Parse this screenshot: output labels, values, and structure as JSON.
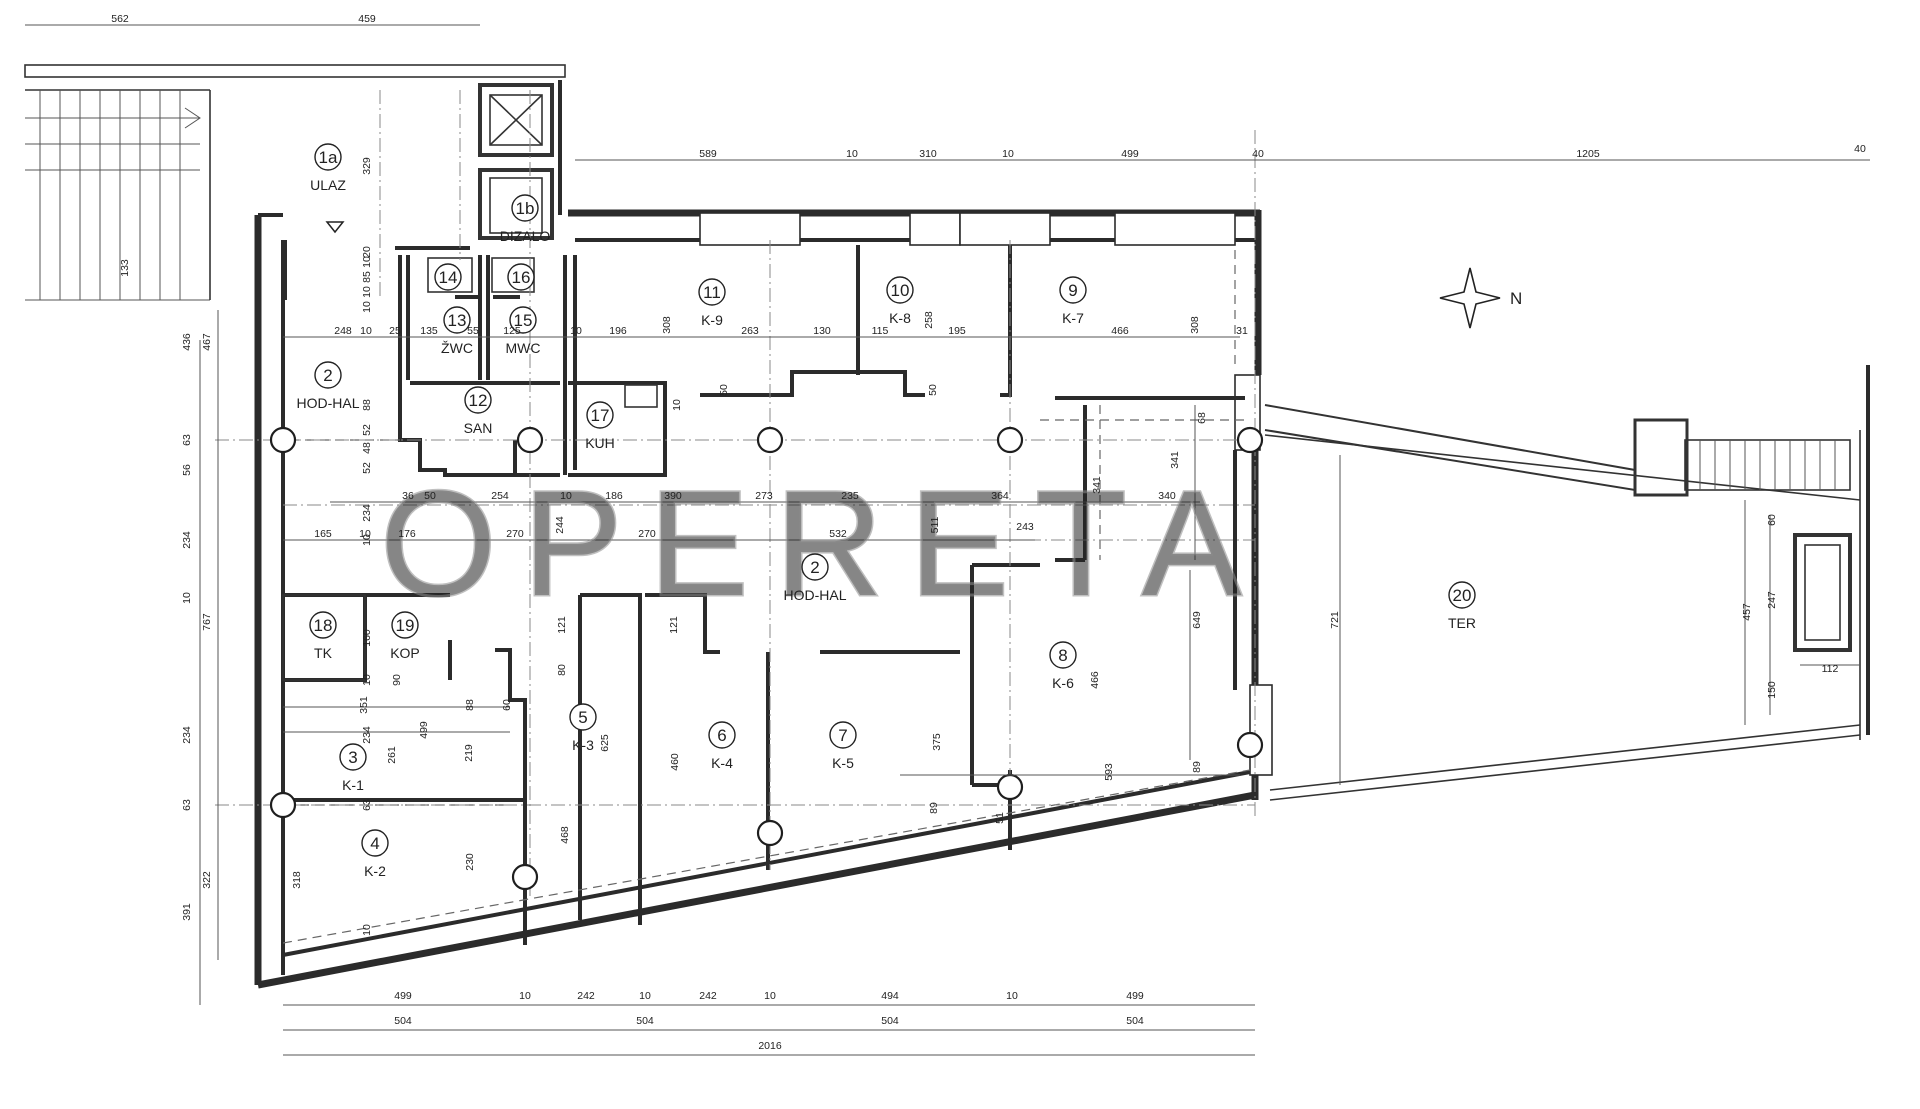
{
  "plan": {
    "compass_label": "N",
    "watermark": "OPERETA",
    "rooms": [
      {
        "number": "1a",
        "name": "ULAZ"
      },
      {
        "number": "1b",
        "name": "DIZALO"
      },
      {
        "number": "2",
        "name": "HOD-HAL"
      },
      {
        "number": "2",
        "name": "HOD-HAL"
      },
      {
        "number": "3",
        "name": "K-1"
      },
      {
        "number": "4",
        "name": "K-2"
      },
      {
        "number": "5",
        "name": "K-3"
      },
      {
        "number": "6",
        "name": "K-4"
      },
      {
        "number": "7",
        "name": "K-5"
      },
      {
        "number": "8",
        "name": "K-6"
      },
      {
        "number": "9",
        "name": "K-7"
      },
      {
        "number": "10",
        "name": "K-8"
      },
      {
        "number": "11",
        "name": "K-9"
      },
      {
        "number": "12",
        "name": "SAN"
      },
      {
        "number": "13",
        "name": "ŽWC"
      },
      {
        "number": "14",
        "name": ""
      },
      {
        "number": "15",
        "name": "MWC"
      },
      {
        "number": "16",
        "name": ""
      },
      {
        "number": "17",
        "name": "KUH"
      },
      {
        "number": "18",
        "name": "TK"
      },
      {
        "number": "19",
        "name": "KOP"
      },
      {
        "number": "20",
        "name": "TER"
      }
    ],
    "dimensions": {
      "top_left": [
        "562",
        "459"
      ],
      "top_chain": [
        "589",
        "10",
        "310",
        "10",
        "499",
        "40",
        "1205",
        "40"
      ],
      "left_outer": [
        "436",
        "63",
        "56",
        "234",
        "10",
        "767",
        "234",
        "63",
        "391"
      ],
      "left_inner": [
        "467",
        "133",
        "322"
      ],
      "column_left": [
        "329",
        "20",
        "10",
        "85",
        "10",
        "10",
        "88",
        "52",
        "48",
        "52",
        "234",
        "10",
        "160",
        "10",
        "90",
        "234",
        "63",
        "10"
      ],
      "upper_row": [
        "248",
        "10",
        "25",
        "135",
        "55",
        "125",
        "10",
        "196",
        "308",
        "263",
        "130",
        "115",
        "258",
        "195",
        "466",
        "308",
        "31"
      ],
      "hall_row_1": [
        "36",
        "50",
        "254",
        "10",
        "186",
        "390",
        "273",
        "235",
        "364",
        "340"
      ],
      "hall_row_2": [
        "165",
        "10",
        "176",
        "270",
        "244",
        "270",
        "532",
        "511",
        "243"
      ],
      "misc": [
        "50",
        "10",
        "50",
        "68",
        "341",
        "341",
        "649",
        "466",
        "721",
        "457",
        "247",
        "60",
        "150",
        "112"
      ],
      "lower_rooms": [
        "351",
        "88",
        "60",
        "499",
        "261",
        "219",
        "121",
        "80",
        "625",
        "468",
        "121",
        "460",
        "375",
        "89",
        "593",
        "89",
        "51",
        "318",
        "230"
      ],
      "bottom_1": [
        "499",
        "10",
        "242",
        "10",
        "242",
        "10",
        "494",
        "10",
        "499"
      ],
      "bottom_2": [
        "504",
        "504",
        "504",
        "504"
      ],
      "bottom_total": "2016"
    }
  }
}
